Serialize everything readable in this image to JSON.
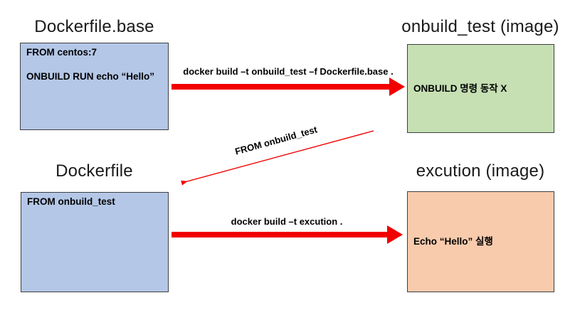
{
  "colors": {
    "box_blue": "#b4c7e7",
    "box_green": "#c6e0b4",
    "box_orange": "#f8cbad",
    "box_border": "#3f3f3f",
    "arrow_red": "#f20000",
    "text": "#000000",
    "background": "#ffffff"
  },
  "sections": {
    "dockerfile_base": {
      "title": "Dockerfile.base",
      "lines": [
        "FROM centos:7",
        "ONBUILD RUN echo “Hello”"
      ]
    },
    "onbuild_test": {
      "title": "onbuild_test (image)",
      "body": "ONBUILD 명령 동작 X"
    },
    "dockerfile": {
      "title": "Dockerfile",
      "body": "FROM onbuild_test"
    },
    "excution": {
      "title": "excution (image)",
      "body": "Echo “Hello” 실행"
    }
  },
  "arrows": {
    "build_onbuild_test": "docker build –t onbuild_test –f Dockerfile.base .",
    "from_onbuild_test": "FROM onbuild_test",
    "build_excution": "docker build –t excution ."
  }
}
